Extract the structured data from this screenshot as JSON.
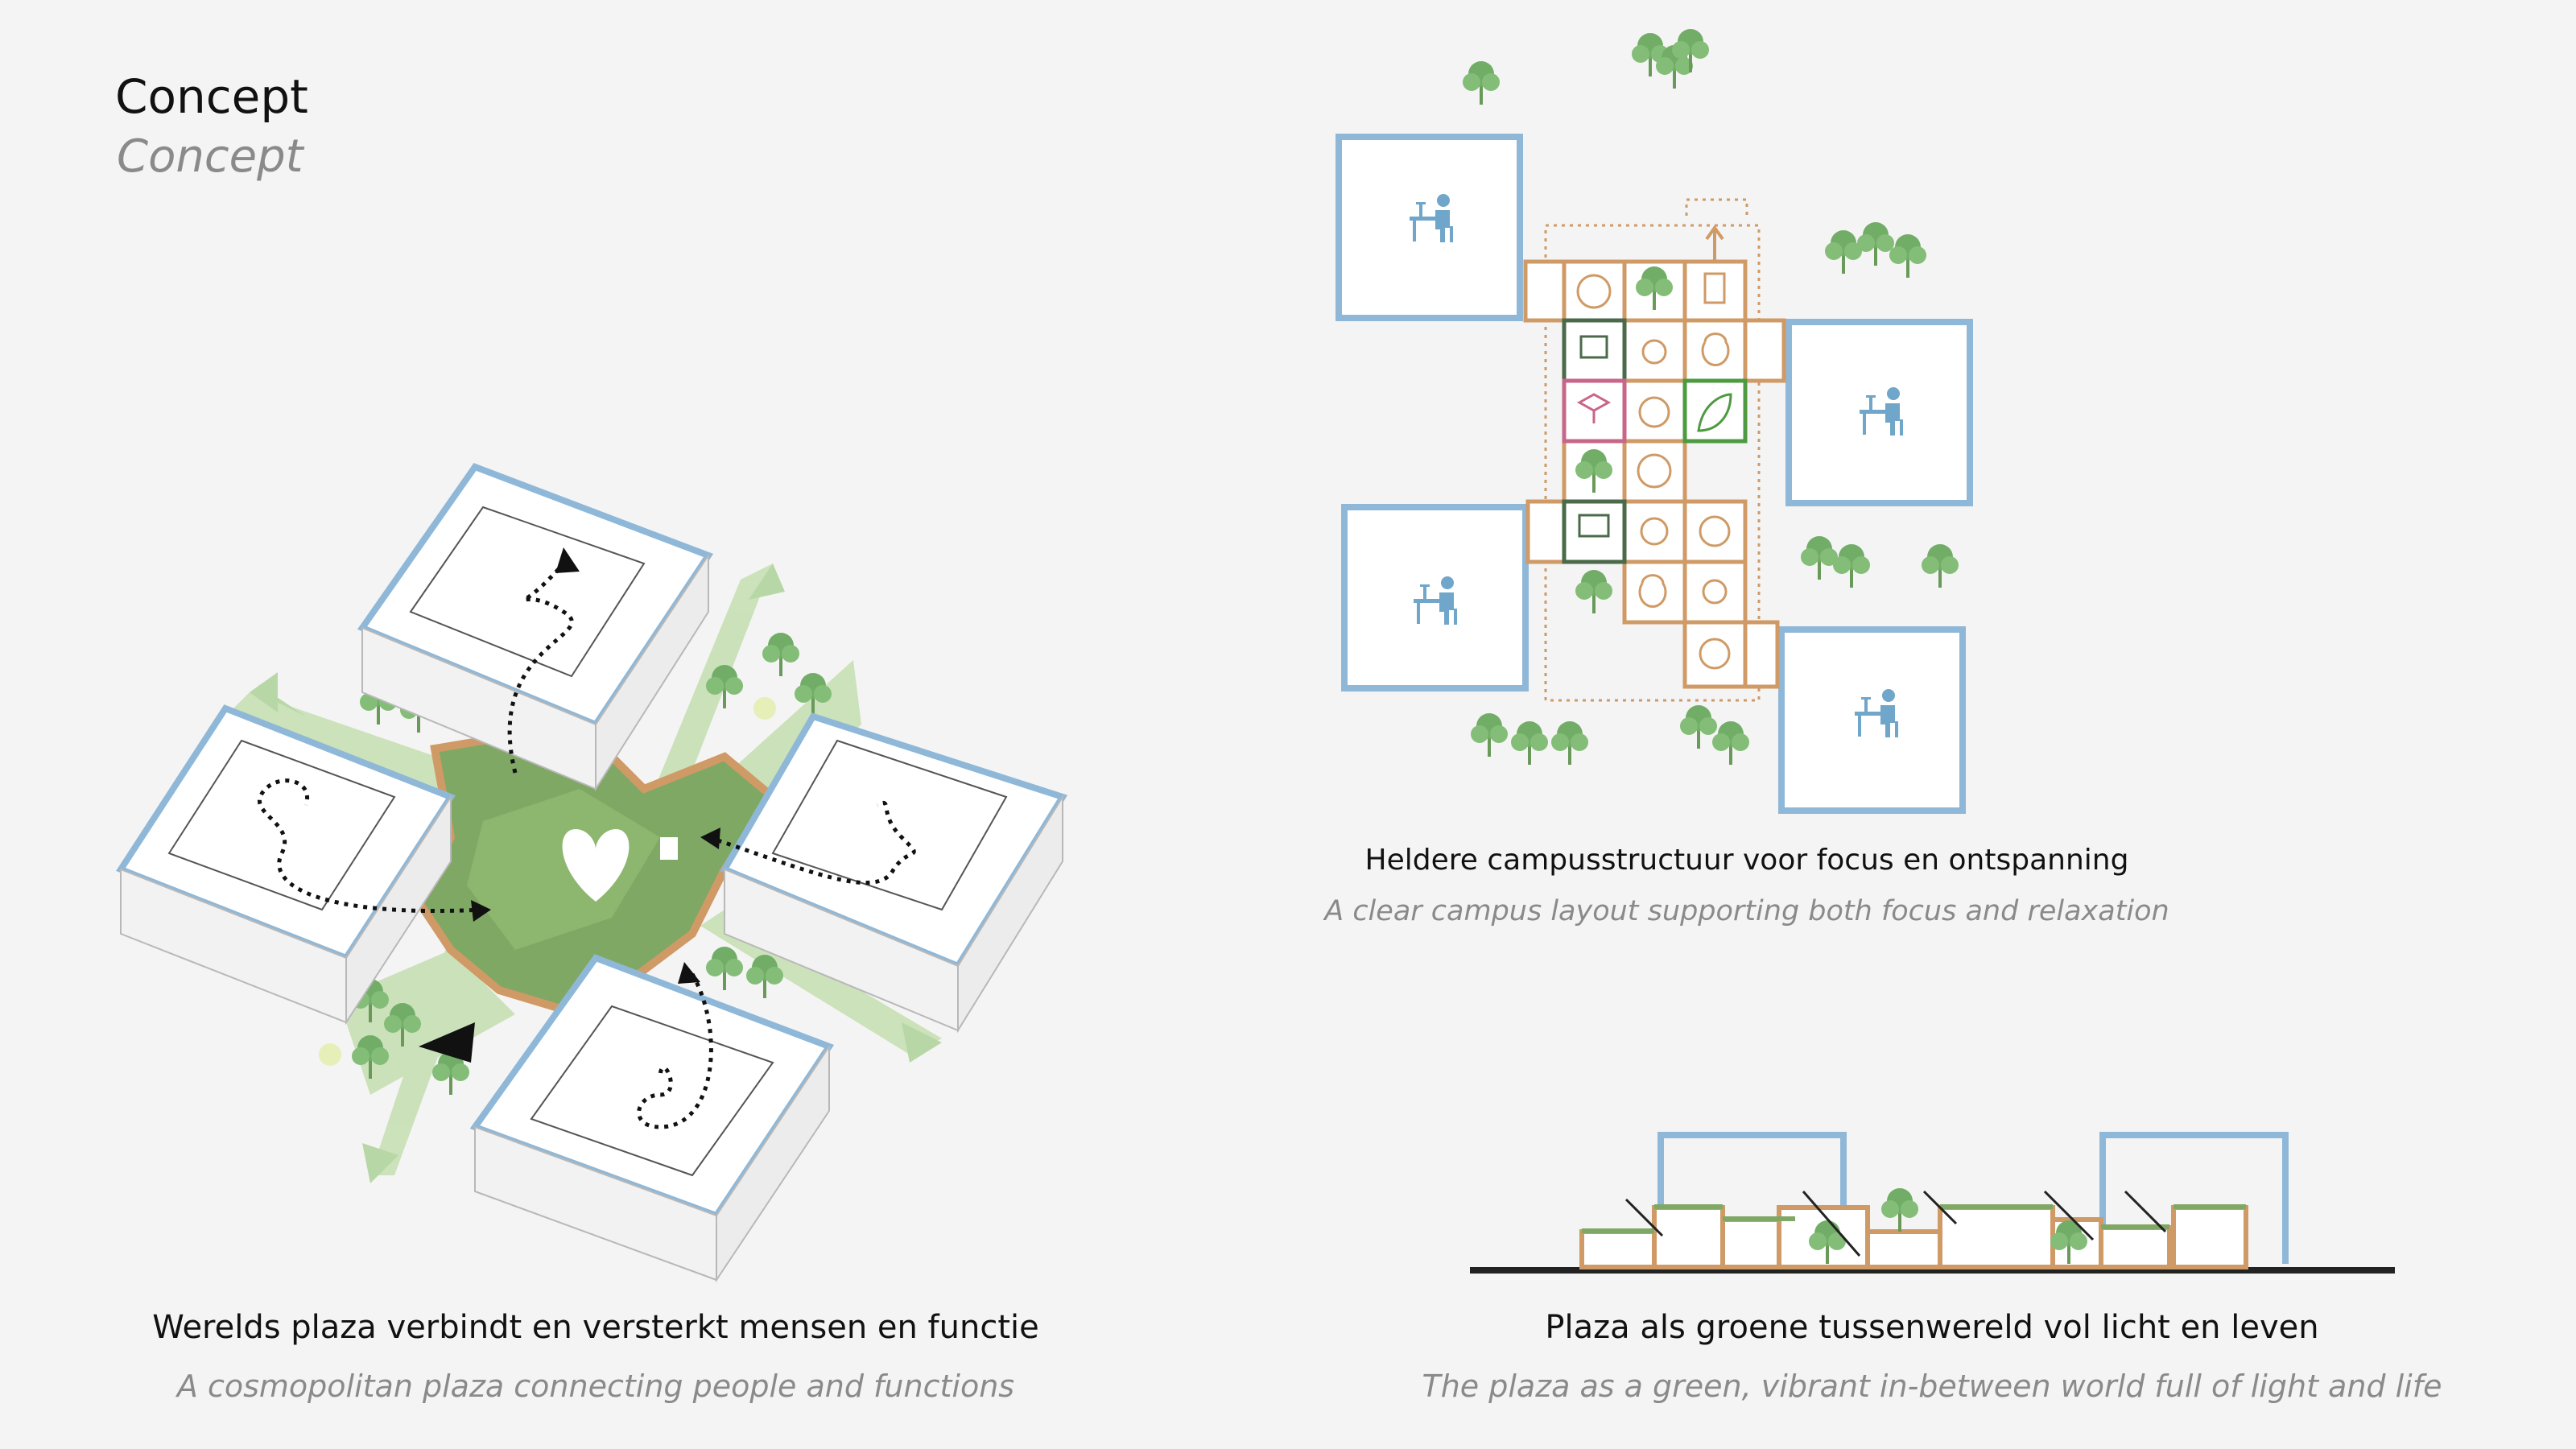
{
  "header": {
    "title_nl": "Concept",
    "title_en": "Concept"
  },
  "panels": {
    "plaza": {
      "caption_nl": "Werelds plaza verbindt en versterkt mensen en functie",
      "caption_en": "A cosmopolitan plaza connecting people and functions"
    },
    "campus": {
      "caption_nl": "Heldere campusstructuur voor focus en ontspanning",
      "caption_en": "A clear campus layout supporting both focus and relaxation"
    },
    "section": {
      "caption_nl": "Plaza als groene tussenwereld vol licht en leven",
      "caption_en": "The plaza as a green, vibrant in-between world full of light and life"
    }
  },
  "colors": {
    "building_outline": "#8fb8d8",
    "plaza_green": "#7fa864",
    "route_orange": "#cf9a66",
    "tree_green": "#6fae6a",
    "path_light_green": "#b7d8a6"
  },
  "icons": [
    "worker-at-desk-icon",
    "community-icon",
    "tree-icon",
    "exit-door-icon",
    "fitness-icon",
    "coffee-cup-icon",
    "apple-icon",
    "graduation-cap-icon",
    "meeting-group-icon",
    "leaf-icon",
    "presentation-icon",
    "food-bowl-icon",
    "heart-icon"
  ]
}
